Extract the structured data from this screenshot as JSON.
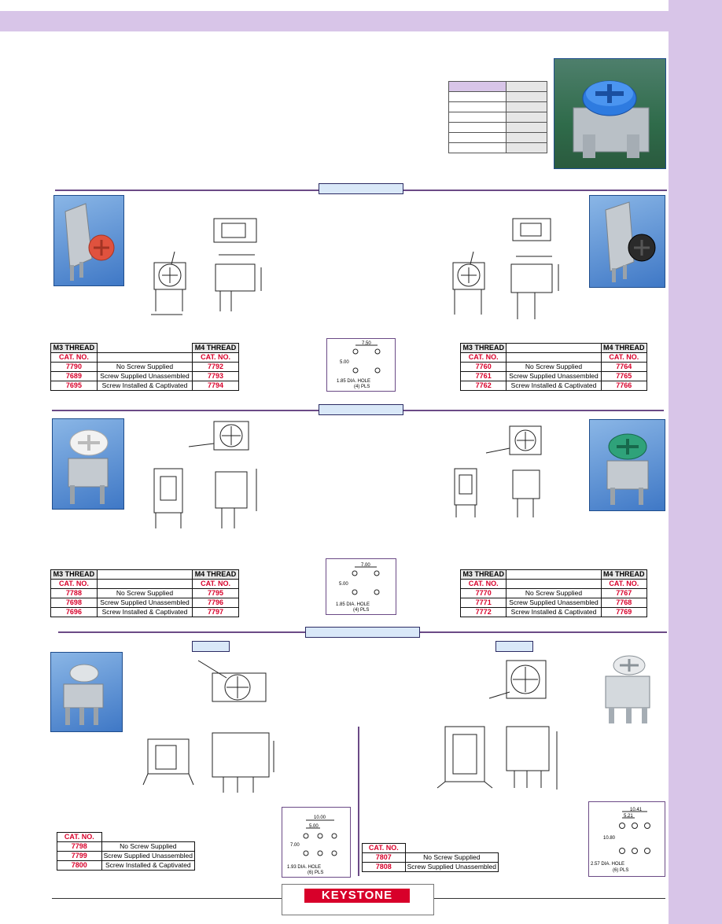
{
  "brand": {
    "name": "KEYSTONE",
    "accent": "#d8002a",
    "band": "#d8c5e8"
  },
  "footprints": {
    "a": {
      "pitch_x": "7.50",
      "pitch_y": "5.00",
      "hole": "1.85 DIA. HOLE",
      "count": "(4) PLS"
    },
    "b": {
      "pitch_x": "7.00",
      "pitch_y": "5.00",
      "hole": "1.85 DIA. HOLE",
      "count": "(4) PLS"
    },
    "c": {
      "pitch_x1": "10.00",
      "pitch_x2": "5.00",
      "pitch_y": "7.00",
      "hole": "1.93 DIA. HOLE",
      "count": "(6) PLS"
    },
    "d": {
      "pitch_x1": "10.41",
      "pitch_x2": "5.21",
      "pitch_y": "10.80",
      "hole": "2.57 DIA. HOLE",
      "count": "(6) PLS"
    }
  },
  "tables": {
    "t1": {
      "h1": "M3 THREAD",
      "h2": "M4 THREAD",
      "cat": "CAT. NO.",
      "rows": [
        {
          "a": "7790",
          "d": "No Screw Supplied",
          "b": "7792"
        },
        {
          "a": "7689",
          "d": "Screw Supplied Unassembled",
          "b": "7793"
        },
        {
          "a": "7695",
          "d": "Screw Installed & Captivated",
          "b": "7794"
        }
      ]
    },
    "t2": {
      "h1": "M3 THREAD",
      "h2": "M4 THREAD",
      "cat": "CAT. NO.",
      "rows": [
        {
          "a": "7760",
          "d": "No Screw Supplied",
          "b": "7764"
        },
        {
          "a": "7761",
          "d": "Screw Supplied Unassembled",
          "b": "7765"
        },
        {
          "a": "7762",
          "d": "Screw Installed & Captivated",
          "b": "7766"
        }
      ]
    },
    "t3": {
      "h1": "M3 THREAD",
      "h2": "M4 THREAD",
      "cat": "CAT. NO.",
      "rows": [
        {
          "a": "7788",
          "d": "No Screw Supplied",
          "b": "7795"
        },
        {
          "a": "7698",
          "d": "Screw Supplied Unassembled",
          "b": "7796"
        },
        {
          "a": "7696",
          "d": "Screw Installed & Captivated",
          "b": "7797"
        }
      ]
    },
    "t4": {
      "h1": "M3 THREAD",
      "h2": "M4 THREAD",
      "cat": "CAT. NO.",
      "rows": [
        {
          "a": "7770",
          "d": "No Screw Supplied",
          "b": "7767"
        },
        {
          "a": "7771",
          "d": "Screw Supplied Unassembled",
          "b": "7768"
        },
        {
          "a": "7772",
          "d": "Screw Installed & Captivated",
          "b": "7769"
        }
      ]
    },
    "t5": {
      "cat": "CAT. NO.",
      "rows": [
        {
          "a": "7798",
          "d": "No Screw Supplied"
        },
        {
          "a": "7799",
          "d": "Screw Supplied Unassembled"
        },
        {
          "a": "7800",
          "d": "Screw Installed & Captivated"
        }
      ]
    },
    "t6": {
      "cat": "CAT. NO.",
      "rows": [
        {
          "a": "7807",
          "d": "No Screw Supplied"
        },
        {
          "a": "7808",
          "d": "Screw Supplied Unassembled"
        }
      ]
    }
  }
}
